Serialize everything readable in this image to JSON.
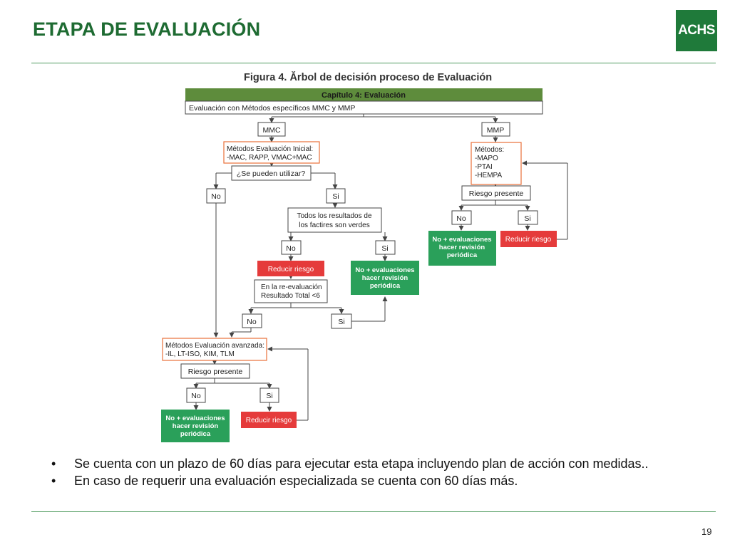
{
  "slide": {
    "title": "ETAPA DE EVALUACIÓN",
    "logo_text": "ACHS",
    "page_number": "19",
    "accent_color": "#1e6b32"
  },
  "figure": {
    "title": "Figura 4. Ărbol de decisión proceso de Evaluación",
    "chapter": "Capítulo 4: Evaluación",
    "subheader": "Evaluación con Métodos específicos MMC y MMP",
    "mmc": "MMC",
    "mmp": "MMP",
    "initial_methods": [
      "Métodos Evaluación Inicial:",
      "-MAC, RAPP, VMAC+MAC"
    ],
    "can_use": "¿Se pueden utilizar?",
    "no": "No",
    "si": "Si",
    "all_green": [
      "Todos los resultados de",
      "los factires son verdes"
    ],
    "reduce_risk": "Reducir riesgo",
    "no_eval": [
      "No + evaluaciones",
      "hacer revisión",
      "periódica"
    ],
    "reeval": [
      "En la re-evaluación",
      "Resultado Total <6"
    ],
    "advanced_methods": [
      "Métodos Evaluación avanzada:",
      "-IL, LT-ISO, KIM, TLM"
    ],
    "risk_present": "Riesgo presente",
    "mmp_methods": [
      "Métodos:",
      "-MAPO",
      "-PTAI",
      "-HEMPA"
    ]
  },
  "bullets": [
    "Se cuenta con un plazo de 60 días para ejecutar esta etapa incluyendo plan de acción con medidas..",
    "En caso de requerir una evaluación especializada se cuenta con 60 días más."
  ]
}
